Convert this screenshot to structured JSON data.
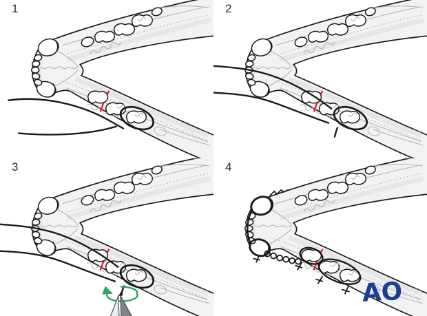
{
  "panels": [
    {
      "label": "1"
    },
    {
      "label": "2"
    },
    {
      "label": "3"
    },
    {
      "label": "4"
    }
  ],
  "logo": {
    "text": "AO"
  },
  "icons": {
    "rotation_arrow_icon": "circular-twisting-arrow",
    "twister_instrument": "wire-twister-forceps"
  },
  "colors": {
    "page_bg": "#ffffff",
    "line_black": "#1a1a1a",
    "bone_fill": "#f2f2f4",
    "bone_shade": "#dfdfe3",
    "bone_detail": "#b4b4b9",
    "tooth_fill": "#ffffff",
    "fracture_red": "#e8131d",
    "arrow_green": "#2fa264",
    "logo_blue": "#1c3f94",
    "tool_light": "#e9edee",
    "tool_dark": "#7c858a"
  }
}
